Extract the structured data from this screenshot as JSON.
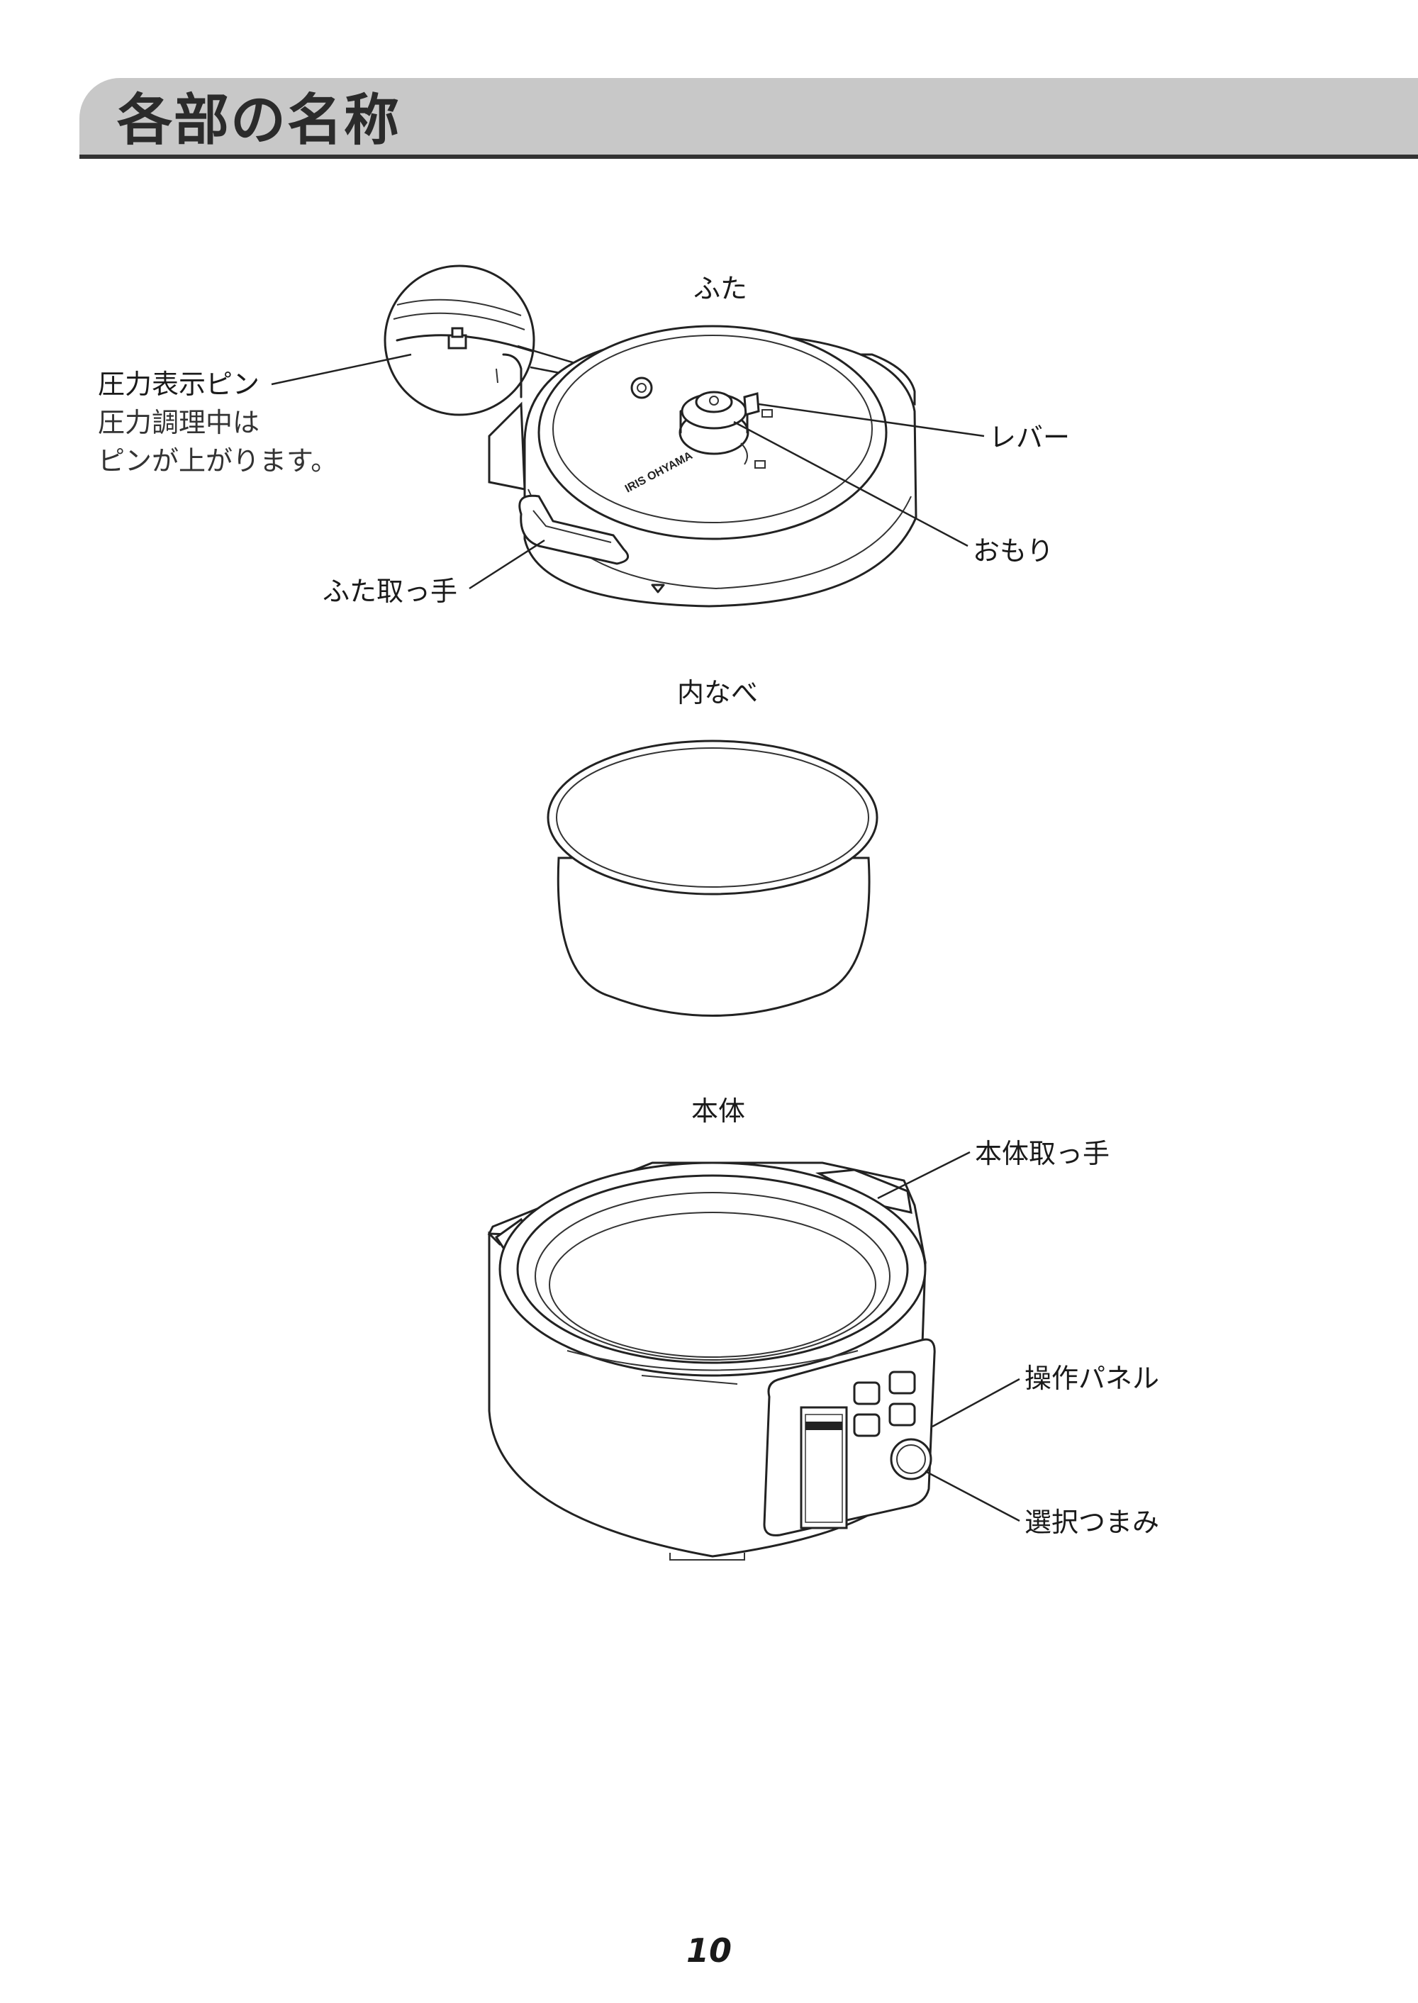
{
  "header": {
    "title": "各部の名称"
  },
  "sections": {
    "lid": {
      "title": "ふた",
      "labels": {
        "pressure_pin": "圧力表示ピン",
        "pressure_pin_note_1": "圧力調理中は",
        "pressure_pin_note_2": "ピンが上がります。",
        "lever": "レバー",
        "weight": "おもり",
        "lid_handle": "ふた取っ手"
      },
      "brand_text": "IRIS OHYAMA"
    },
    "inner_pot": {
      "title": "内なべ"
    },
    "body": {
      "title": "本体",
      "labels": {
        "body_handle": "本体取っ手",
        "control_panel": "操作パネル",
        "select_knob": "選択つまみ"
      }
    }
  },
  "page_number": "10"
}
